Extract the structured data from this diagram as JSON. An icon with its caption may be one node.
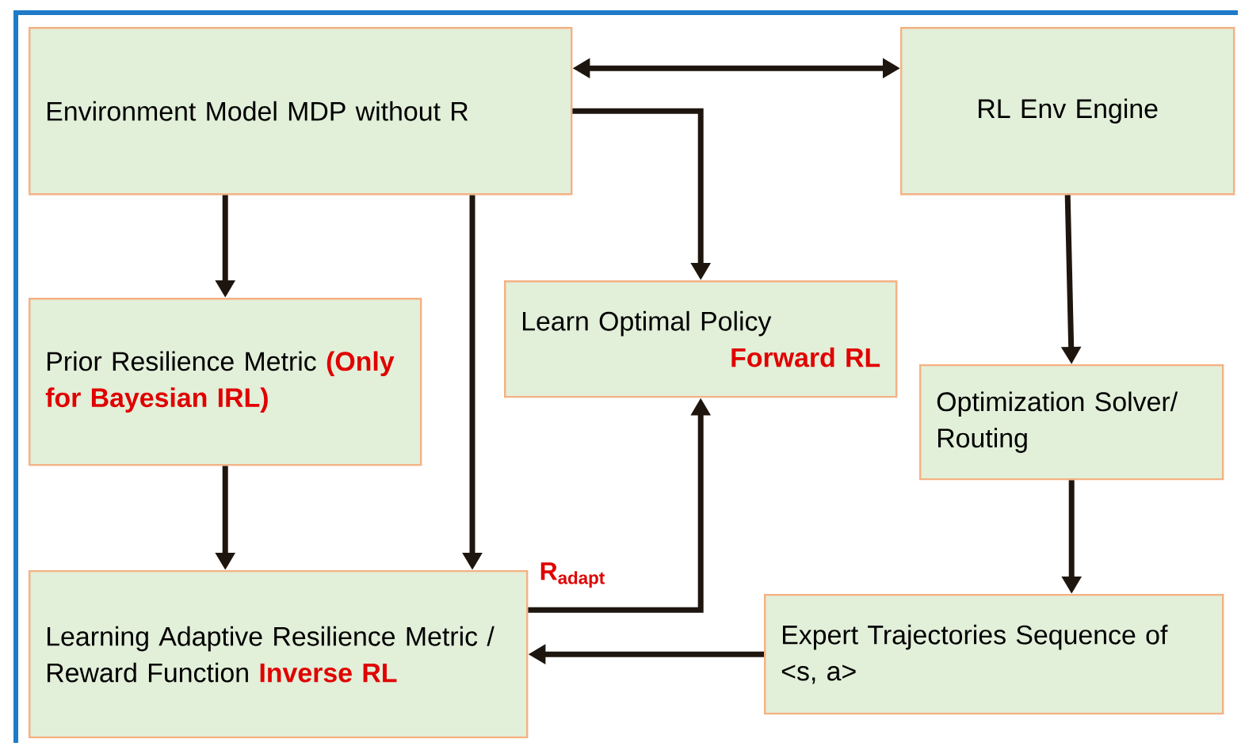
{
  "diagram": {
    "nodes": [
      {
        "text": [
          "Environment Model MDP without R"
        ]
      },
      {
        "text": [
          "RL Env Engine"
        ]
      },
      {
        "text": [
          "Prior Resilience Metric",
          "(Only for Bayesian IRL)"
        ]
      },
      {
        "text": [
          "Learn Optimal Policy",
          "Forward RL"
        ]
      },
      {
        "text": [
          "Optimization Solver/ Routing"
        ]
      },
      {
        "text": [
          "Learning Adaptive Resilience Metric / Reward Function",
          "Inverse RL"
        ]
      },
      {
        "text": [
          "Expert Trajectories Sequence of  <s, a>"
        ]
      }
    ],
    "edges": [
      {
        "from": 0,
        "to": 1,
        "arrow": "both"
      },
      {
        "from": 0,
        "to": 3,
        "arrow": "to"
      },
      {
        "from": 0,
        "to": 2,
        "arrow": "to"
      },
      {
        "from": 0,
        "to": 5,
        "arrow": "to"
      },
      {
        "from": 1,
        "to": 4,
        "arrow": "to"
      },
      {
        "from": 2,
        "to": 5,
        "arrow": "to"
      },
      {
        "from": 5,
        "to": 3,
        "arrow": "to",
        "label": "R$_{adapt}$"
      },
      {
        "from": 4,
        "to": 6,
        "arrow": "to"
      },
      {
        "from": 6,
        "to": 5,
        "arrow": "to"
      }
    ]
  }
}
